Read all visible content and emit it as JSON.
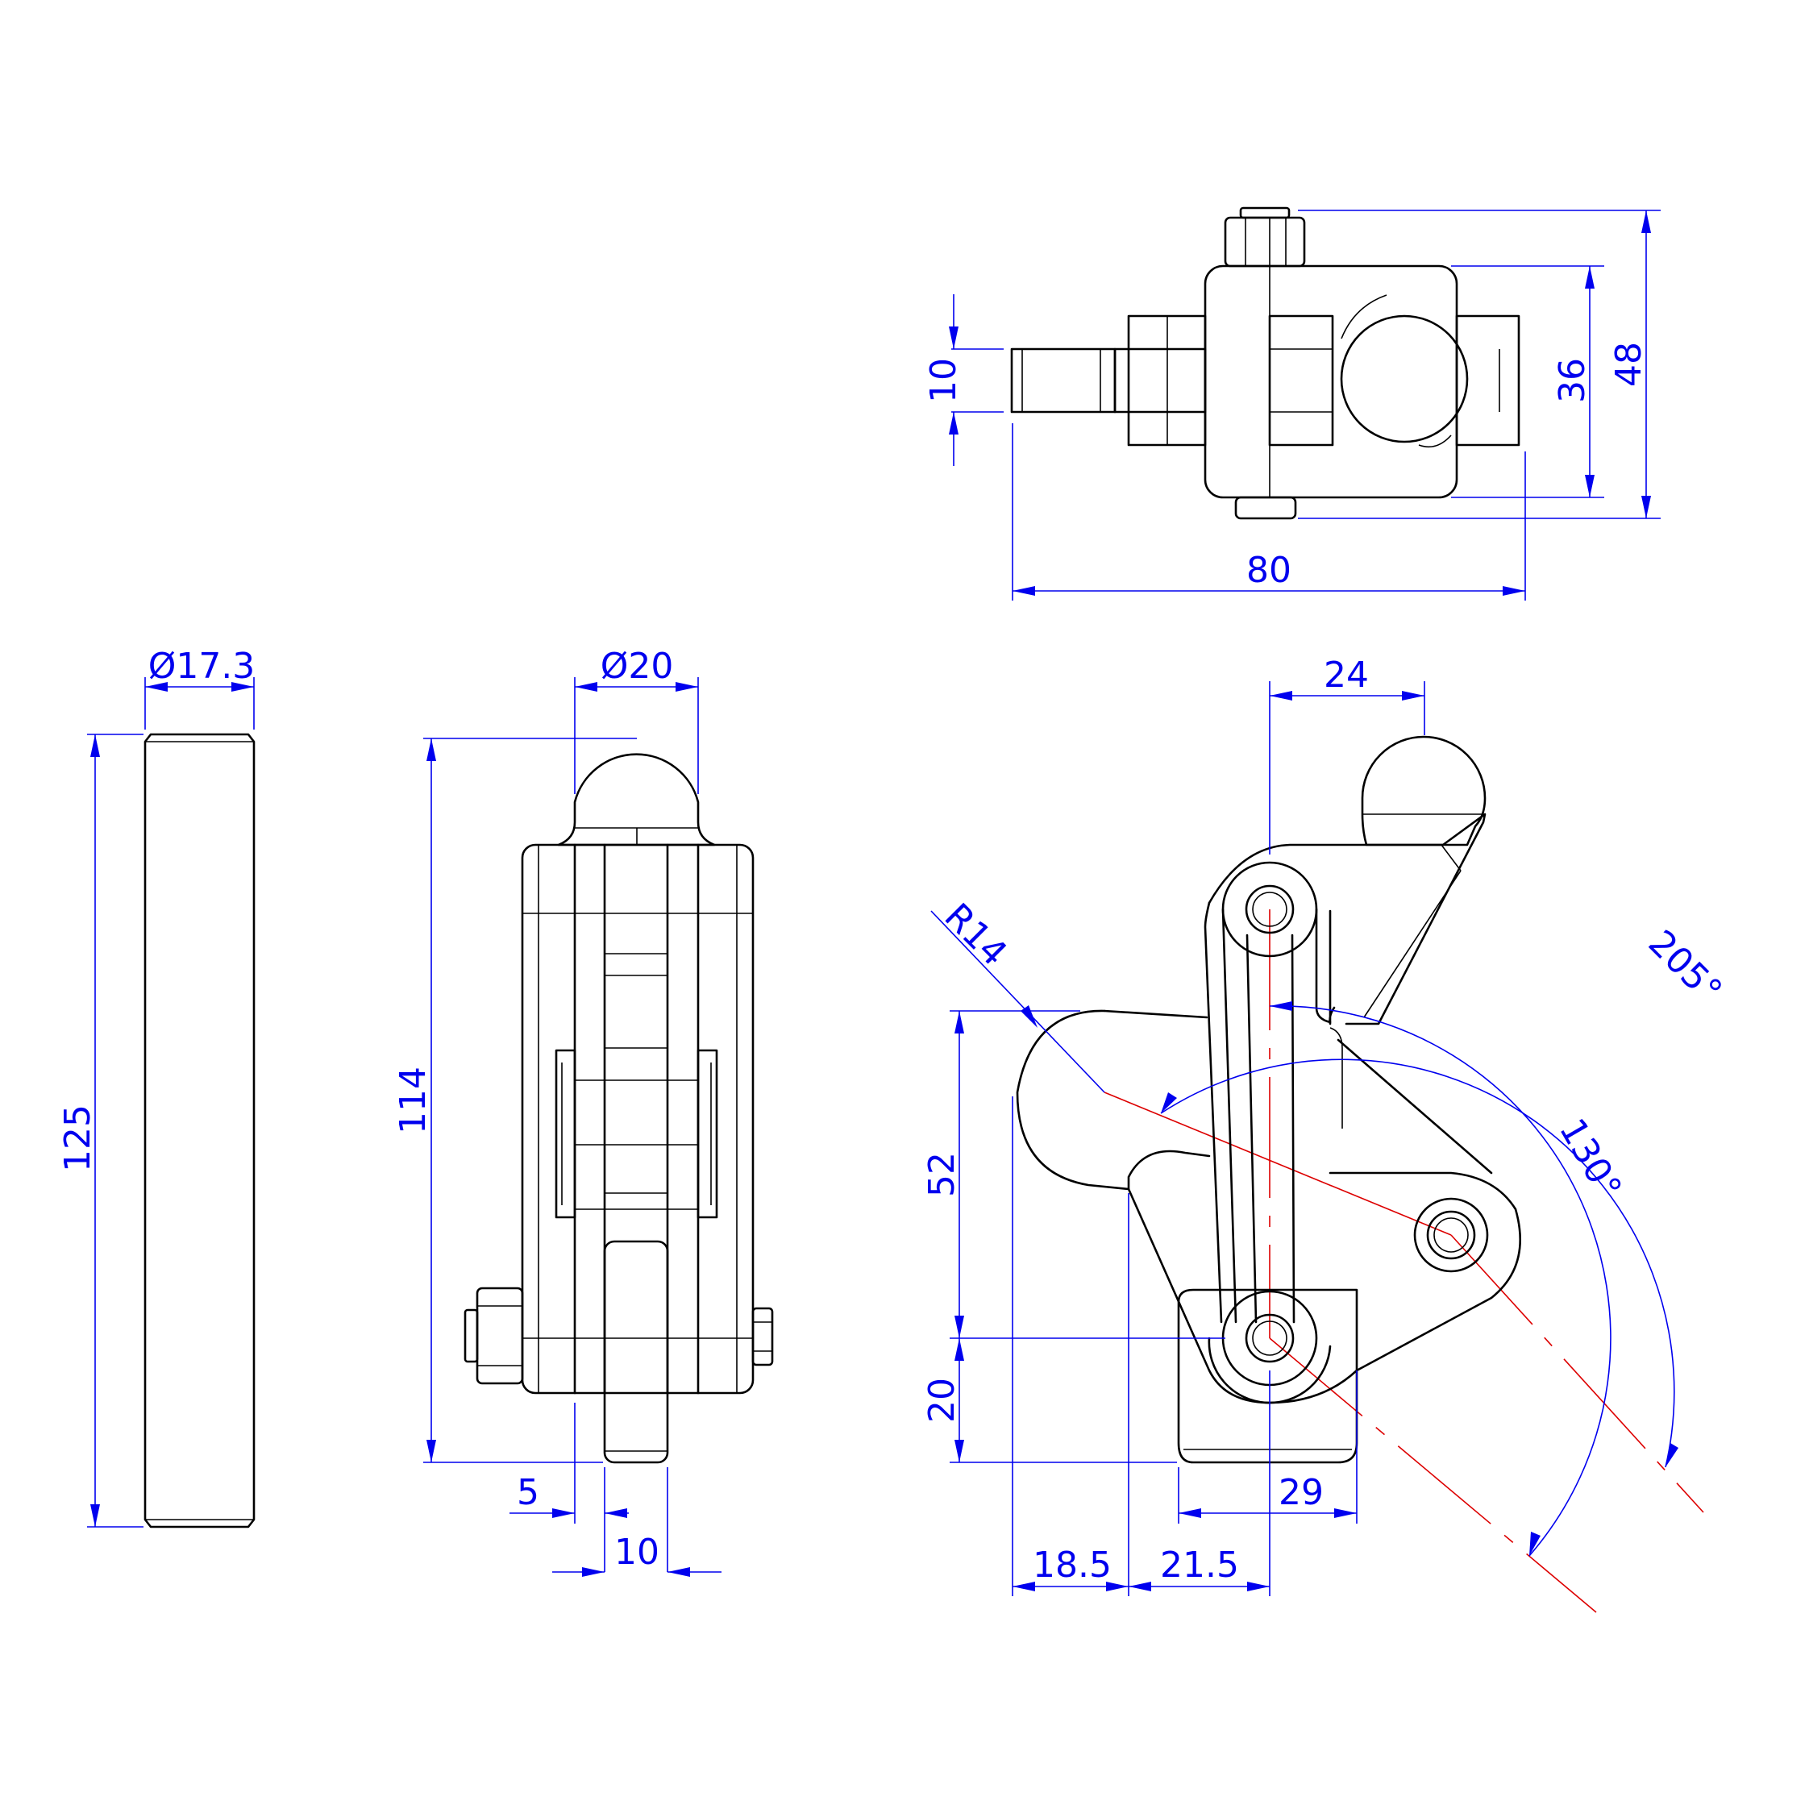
{
  "dimensions": {
    "top_10": "10",
    "top_36": "36",
    "top_48": "48",
    "top_80": "80",
    "dia_17_3": "Ø17.3",
    "len_125": "125",
    "dia_20": "Ø20",
    "h_114": "114",
    "w_5": "5",
    "w_10": "10",
    "w_24": "24",
    "r_14": "R14",
    "ang_205": "205°",
    "ang_130": "130°",
    "h_52": "52",
    "h_20": "20",
    "w_29": "29",
    "w_18_5": "18.5",
    "w_21_5": "21.5"
  }
}
